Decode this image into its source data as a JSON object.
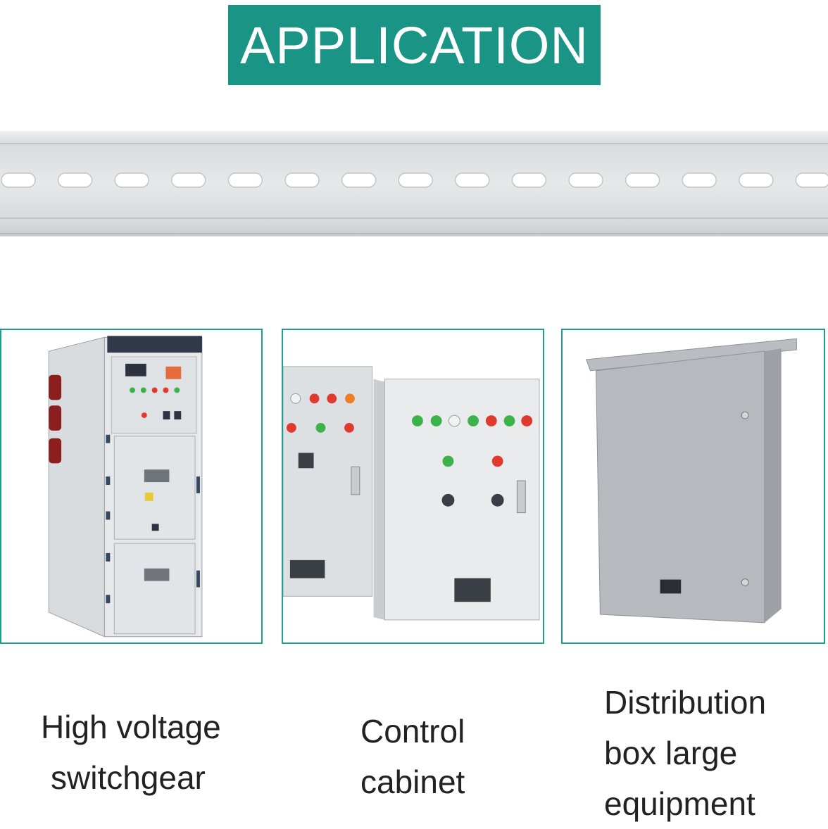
{
  "banner": {
    "title": "APPLICATION",
    "color": "#1a9485"
  },
  "product": {
    "image": "din-rail-slotted-aluminum"
  },
  "applications": [
    {
      "image": "high-voltage-switchgear-photo",
      "caption_lines": [
        "High voltage",
        "switchgear"
      ]
    },
    {
      "image": "control-cabinet-photo",
      "caption_lines": [
        "Control",
        "cabinet"
      ]
    },
    {
      "image": "distribution-box-photo",
      "caption_lines": [
        "Distribution",
        "box large",
        "equipment"
      ]
    }
  ],
  "colors": {
    "accent": "#1e9e8e",
    "text": "#222222"
  }
}
